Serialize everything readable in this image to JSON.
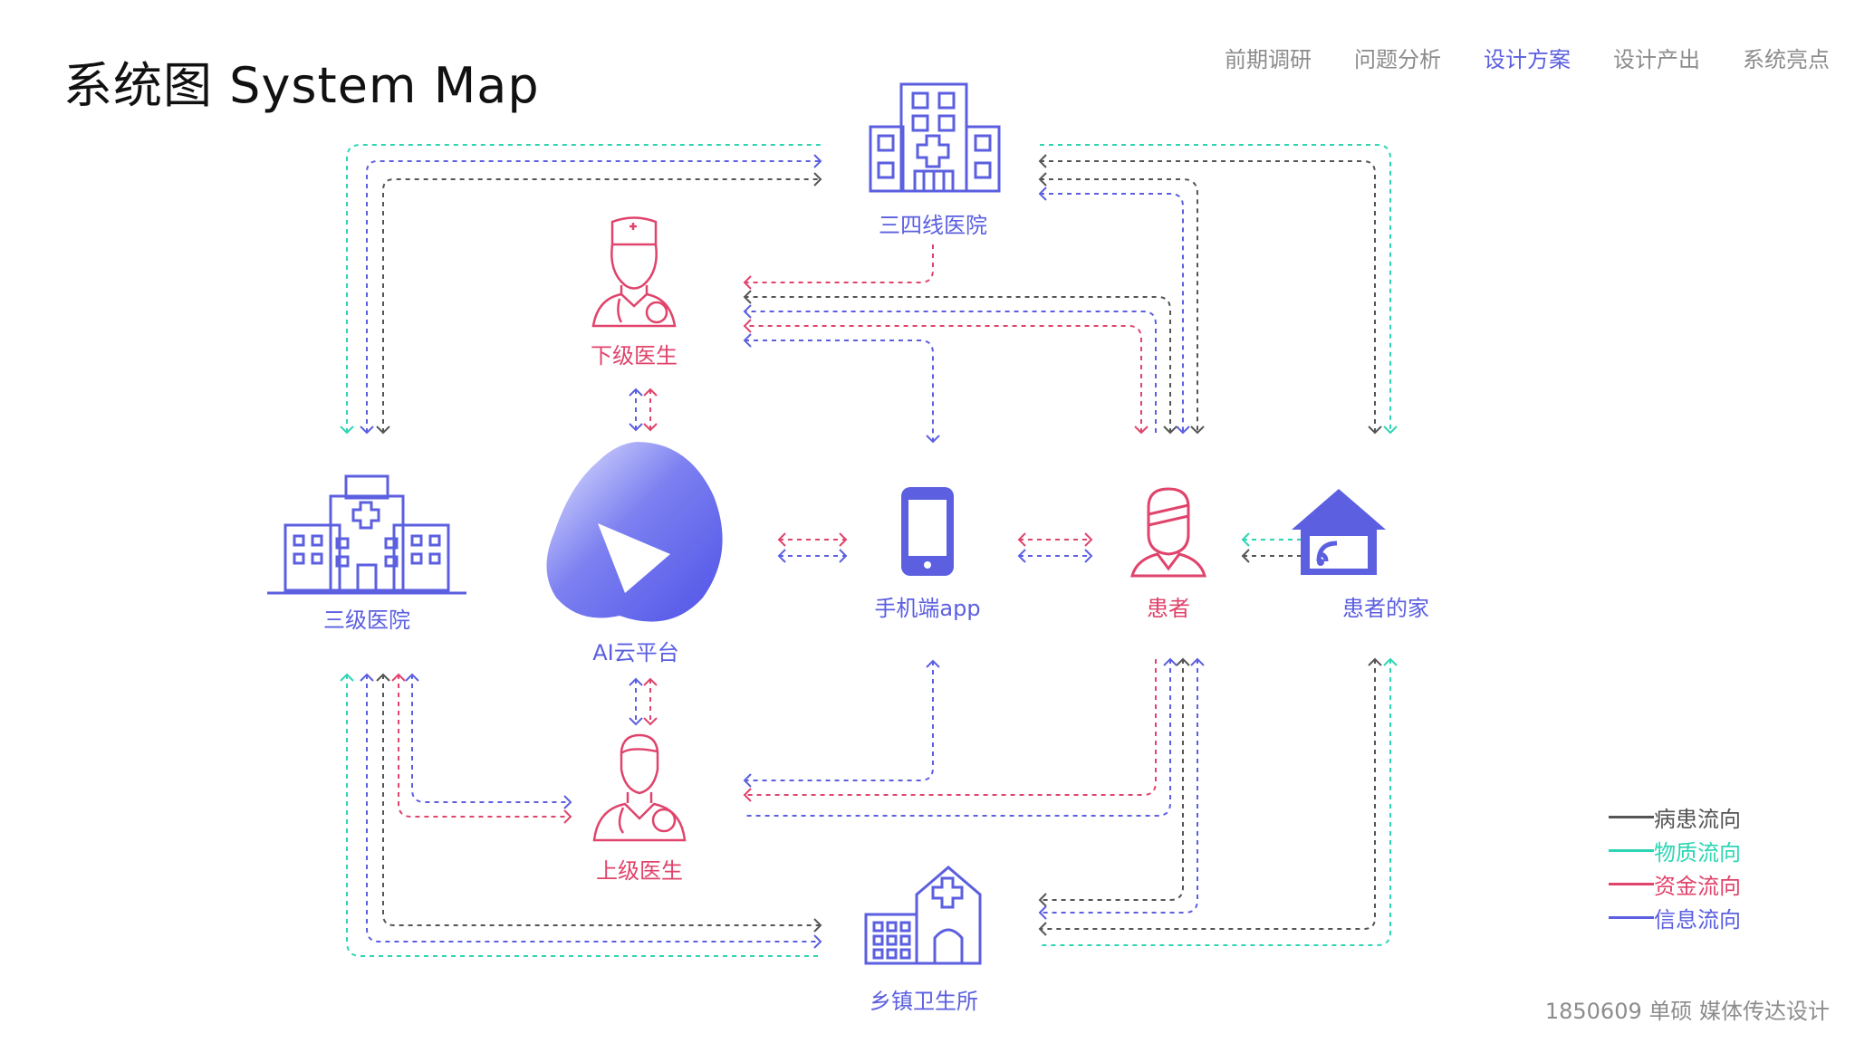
{
  "header": {
    "title": "系统图 System Map",
    "nav": [
      {
        "label": "前期调研",
        "active": false
      },
      {
        "label": "问题分析",
        "active": false
      },
      {
        "label": "设计方案",
        "active": true
      },
      {
        "label": "设计产出",
        "active": false
      },
      {
        "label": "系统亮点",
        "active": false
      }
    ]
  },
  "colors": {
    "patient_flow": "#555555",
    "material_flow": "#2ed5b4",
    "fund_flow": "#e0436b",
    "info_flow": "#5b5fe0",
    "active_nav": "#5b5fe0",
    "muted_text": "#8c8c8c"
  },
  "nodes": {
    "county_hospital": {
      "label": "三四线医院",
      "icon": "hospital-building-icon"
    },
    "lower_doctor": {
      "label": "下级医生",
      "icon": "nurse-icon"
    },
    "tertiary_hospital": {
      "label": "三级医院",
      "icon": "large-hospital-icon"
    },
    "ai_platform": {
      "label": "AI云平台",
      "icon": "ai-cloud-logo"
    },
    "mobile_app": {
      "label": "手机端app",
      "icon": "smartphone-icon"
    },
    "patient": {
      "label": "患者",
      "icon": "patient-icon"
    },
    "patient_home": {
      "label": "患者的家",
      "icon": "smart-home-icon"
    },
    "upper_doctor": {
      "label": "上级医生",
      "icon": "doctor-icon"
    },
    "township_clinic": {
      "label": "乡镇卫生所",
      "icon": "clinic-icon"
    }
  },
  "legend": [
    {
      "label": "病患流向",
      "color": "#555555"
    },
    {
      "label": "物质流向",
      "color": "#2ed5b4"
    },
    {
      "label": "资金流向",
      "color": "#e0436b"
    },
    {
      "label": "信息流向",
      "color": "#5b5fe0"
    }
  ],
  "footer": {
    "credit": "1850609 单硕 媒体传达设计"
  }
}
